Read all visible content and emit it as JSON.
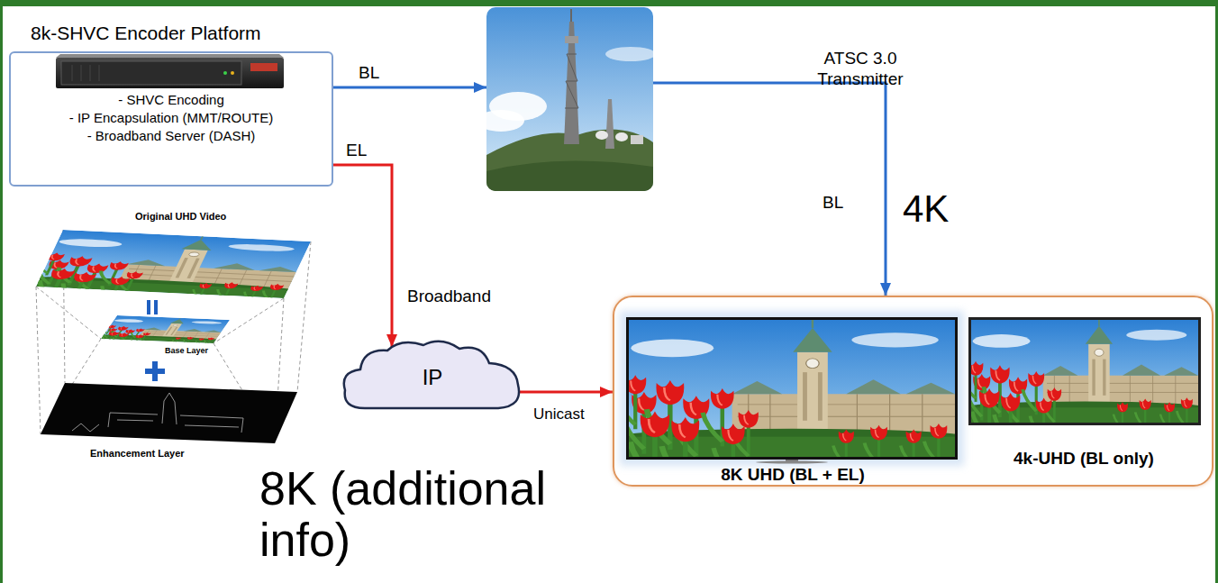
{
  "diagram": {
    "nodes": [
      {
        "text": [
          "8k-SHVC Encoder Platform",
          "- SHVC Encoding",
          "- IP Encapsulation (MMT/ROUTE)",
          "- Broadband Server (DASH)"
        ]
      },
      {
        "text": [
          "ATSC 3.0 Transmitter"
        ]
      },
      {
        "text": [
          "IP"
        ]
      },
      {
        "text": []
      },
      {
        "text": [
          "8K UHD (BL + EL)"
        ],
        "in": 3
      },
      {
        "text": [
          "4k-UHD (BL only)"
        ],
        "in": 3
      }
    ],
    "edges": [
      {
        "from": 0,
        "to": 1,
        "arrow": "to",
        "label": "BL"
      },
      {
        "from": 0,
        "to": 2,
        "arrow": "to",
        "label": "EL"
      },
      {
        "from": 1,
        "to": 3,
        "arrow": "to",
        "label": "BL"
      },
      {
        "from": 2,
        "to": 3,
        "arrow": "to",
        "label": "Unicast"
      }
    ],
    "labels": [
      "Broadband",
      "4K",
      "8K (additional info)",
      "Original UHD Video",
      "Base Layer",
      "Enhancement Layer"
    ]
  }
}
